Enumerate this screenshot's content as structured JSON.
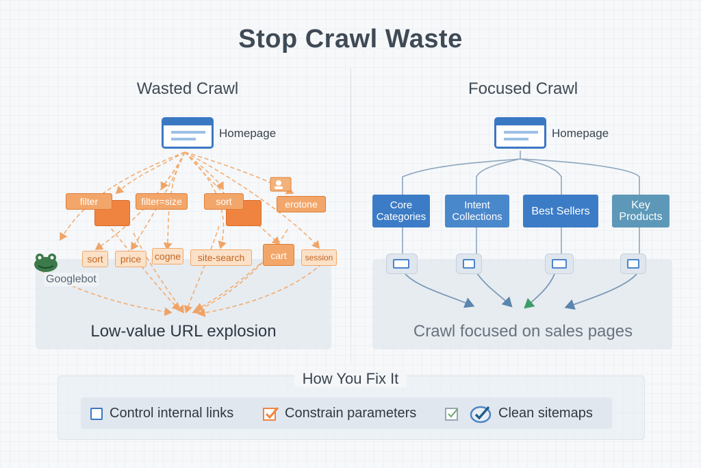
{
  "title": "Stop Crawl Waste",
  "left": {
    "heading": "Wasted Crawl",
    "homepage": "Homepage",
    "tags": [
      "filter",
      "filter=size",
      "sort",
      "erotone",
      "sort",
      "price",
      "cogne",
      "site-search",
      "cart",
      "session"
    ],
    "bot": "Googlebot",
    "caption": "Low-value URL explosion"
  },
  "right": {
    "heading": "Focused Crawl",
    "homepage": "Homepage",
    "boxes": [
      {
        "line1": "Core",
        "line2": "Categories"
      },
      {
        "line1": "Intent",
        "line2": "Collections"
      },
      {
        "line1": "Best Sellers",
        "line2": ""
      },
      {
        "line1": "Key",
        "line2": "Products"
      }
    ],
    "caption": "Crawl focused on sales pages"
  },
  "fix": {
    "heading": "How You Fix It",
    "items": [
      "Control internal links",
      "Constrain parameters",
      "Clean sitemaps"
    ]
  },
  "colors": {
    "orange": "#ef8441",
    "blue": "#3a78c2",
    "teal": "#5e98b8",
    "wasted_caption": "#2f3842",
    "focused_caption": "#68737e"
  },
  "icons": [
    "homepage-window-icon",
    "googlebot-frog-icon",
    "person-card-icon",
    "document-icon",
    "checkbox-icon"
  ]
}
